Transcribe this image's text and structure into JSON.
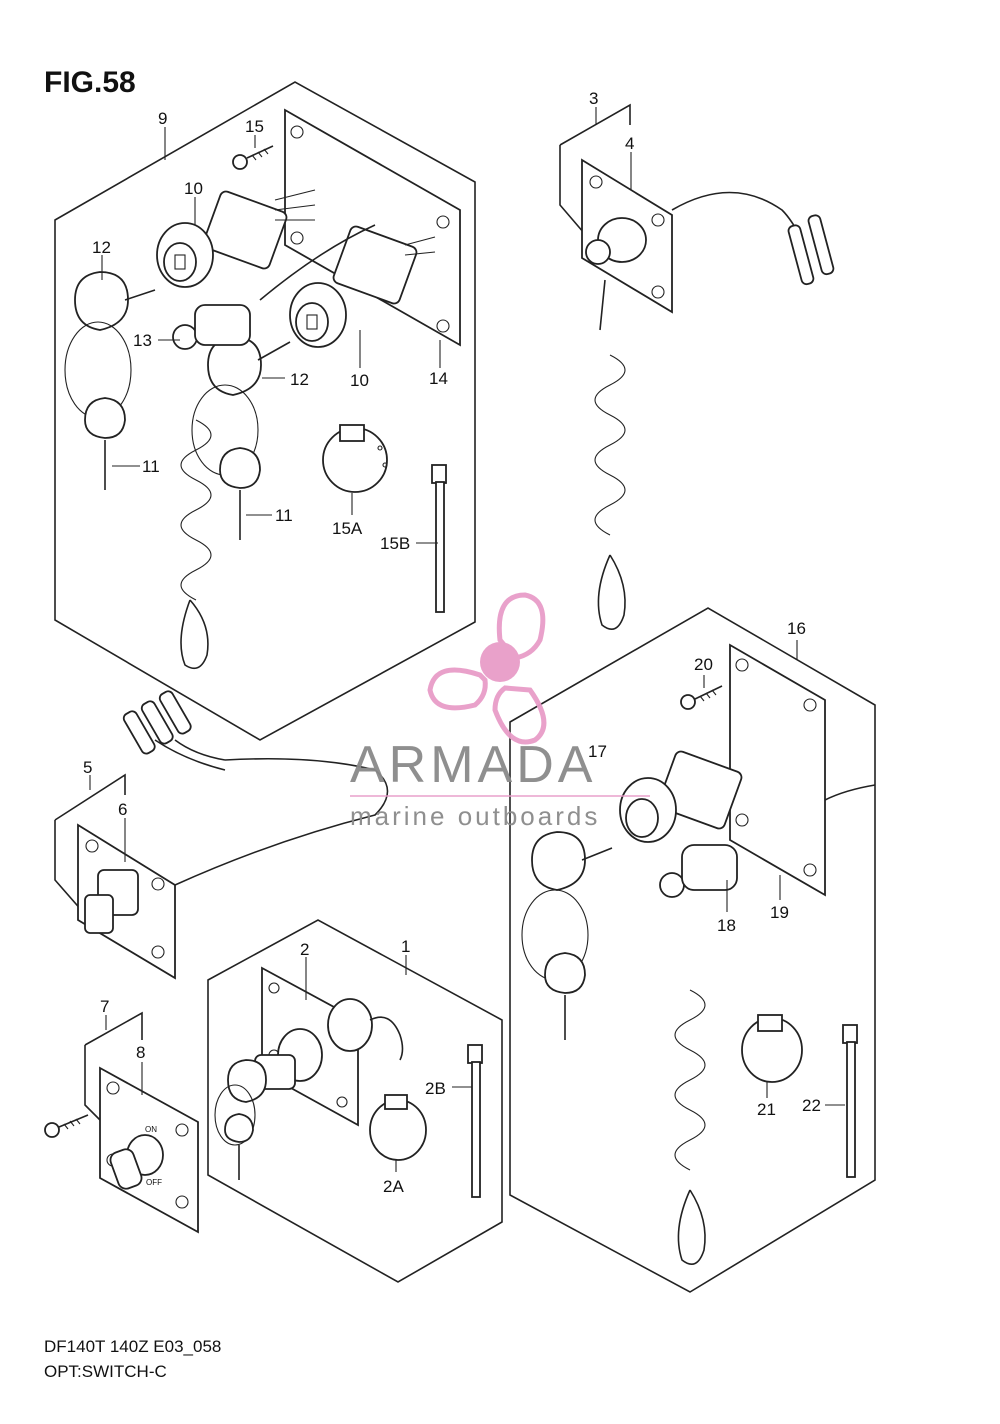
{
  "figure": {
    "title": "FIG.58"
  },
  "footer": {
    "model": "DF140T 140Z E03_058",
    "section": "OPT:SWITCH-C"
  },
  "watermark": {
    "brand": "ARMADA",
    "tagline": "marine outboards",
    "color": "#e89cc8",
    "text_color": "#8a8a8a"
  },
  "callouts": {
    "c1": "1",
    "c2": "2",
    "c2a": "2A",
    "c2b": "2B",
    "c3": "3",
    "c4": "4",
    "c5": "5",
    "c6": "6",
    "c7": "7",
    "c8": "8",
    "c9": "9",
    "c10a": "10",
    "c10b": "10",
    "c11a": "11",
    "c11b": "11",
    "c12a": "12",
    "c12b": "12",
    "c13": "13",
    "c14": "14",
    "c15": "15",
    "c15a": "15A",
    "c15b": "15B",
    "c16": "16",
    "c17": "17",
    "c18": "18",
    "c19": "19",
    "c20": "20",
    "c21": "21",
    "c22": "22"
  },
  "switch_labels": {
    "on": "ON",
    "off": "OFF"
  }
}
